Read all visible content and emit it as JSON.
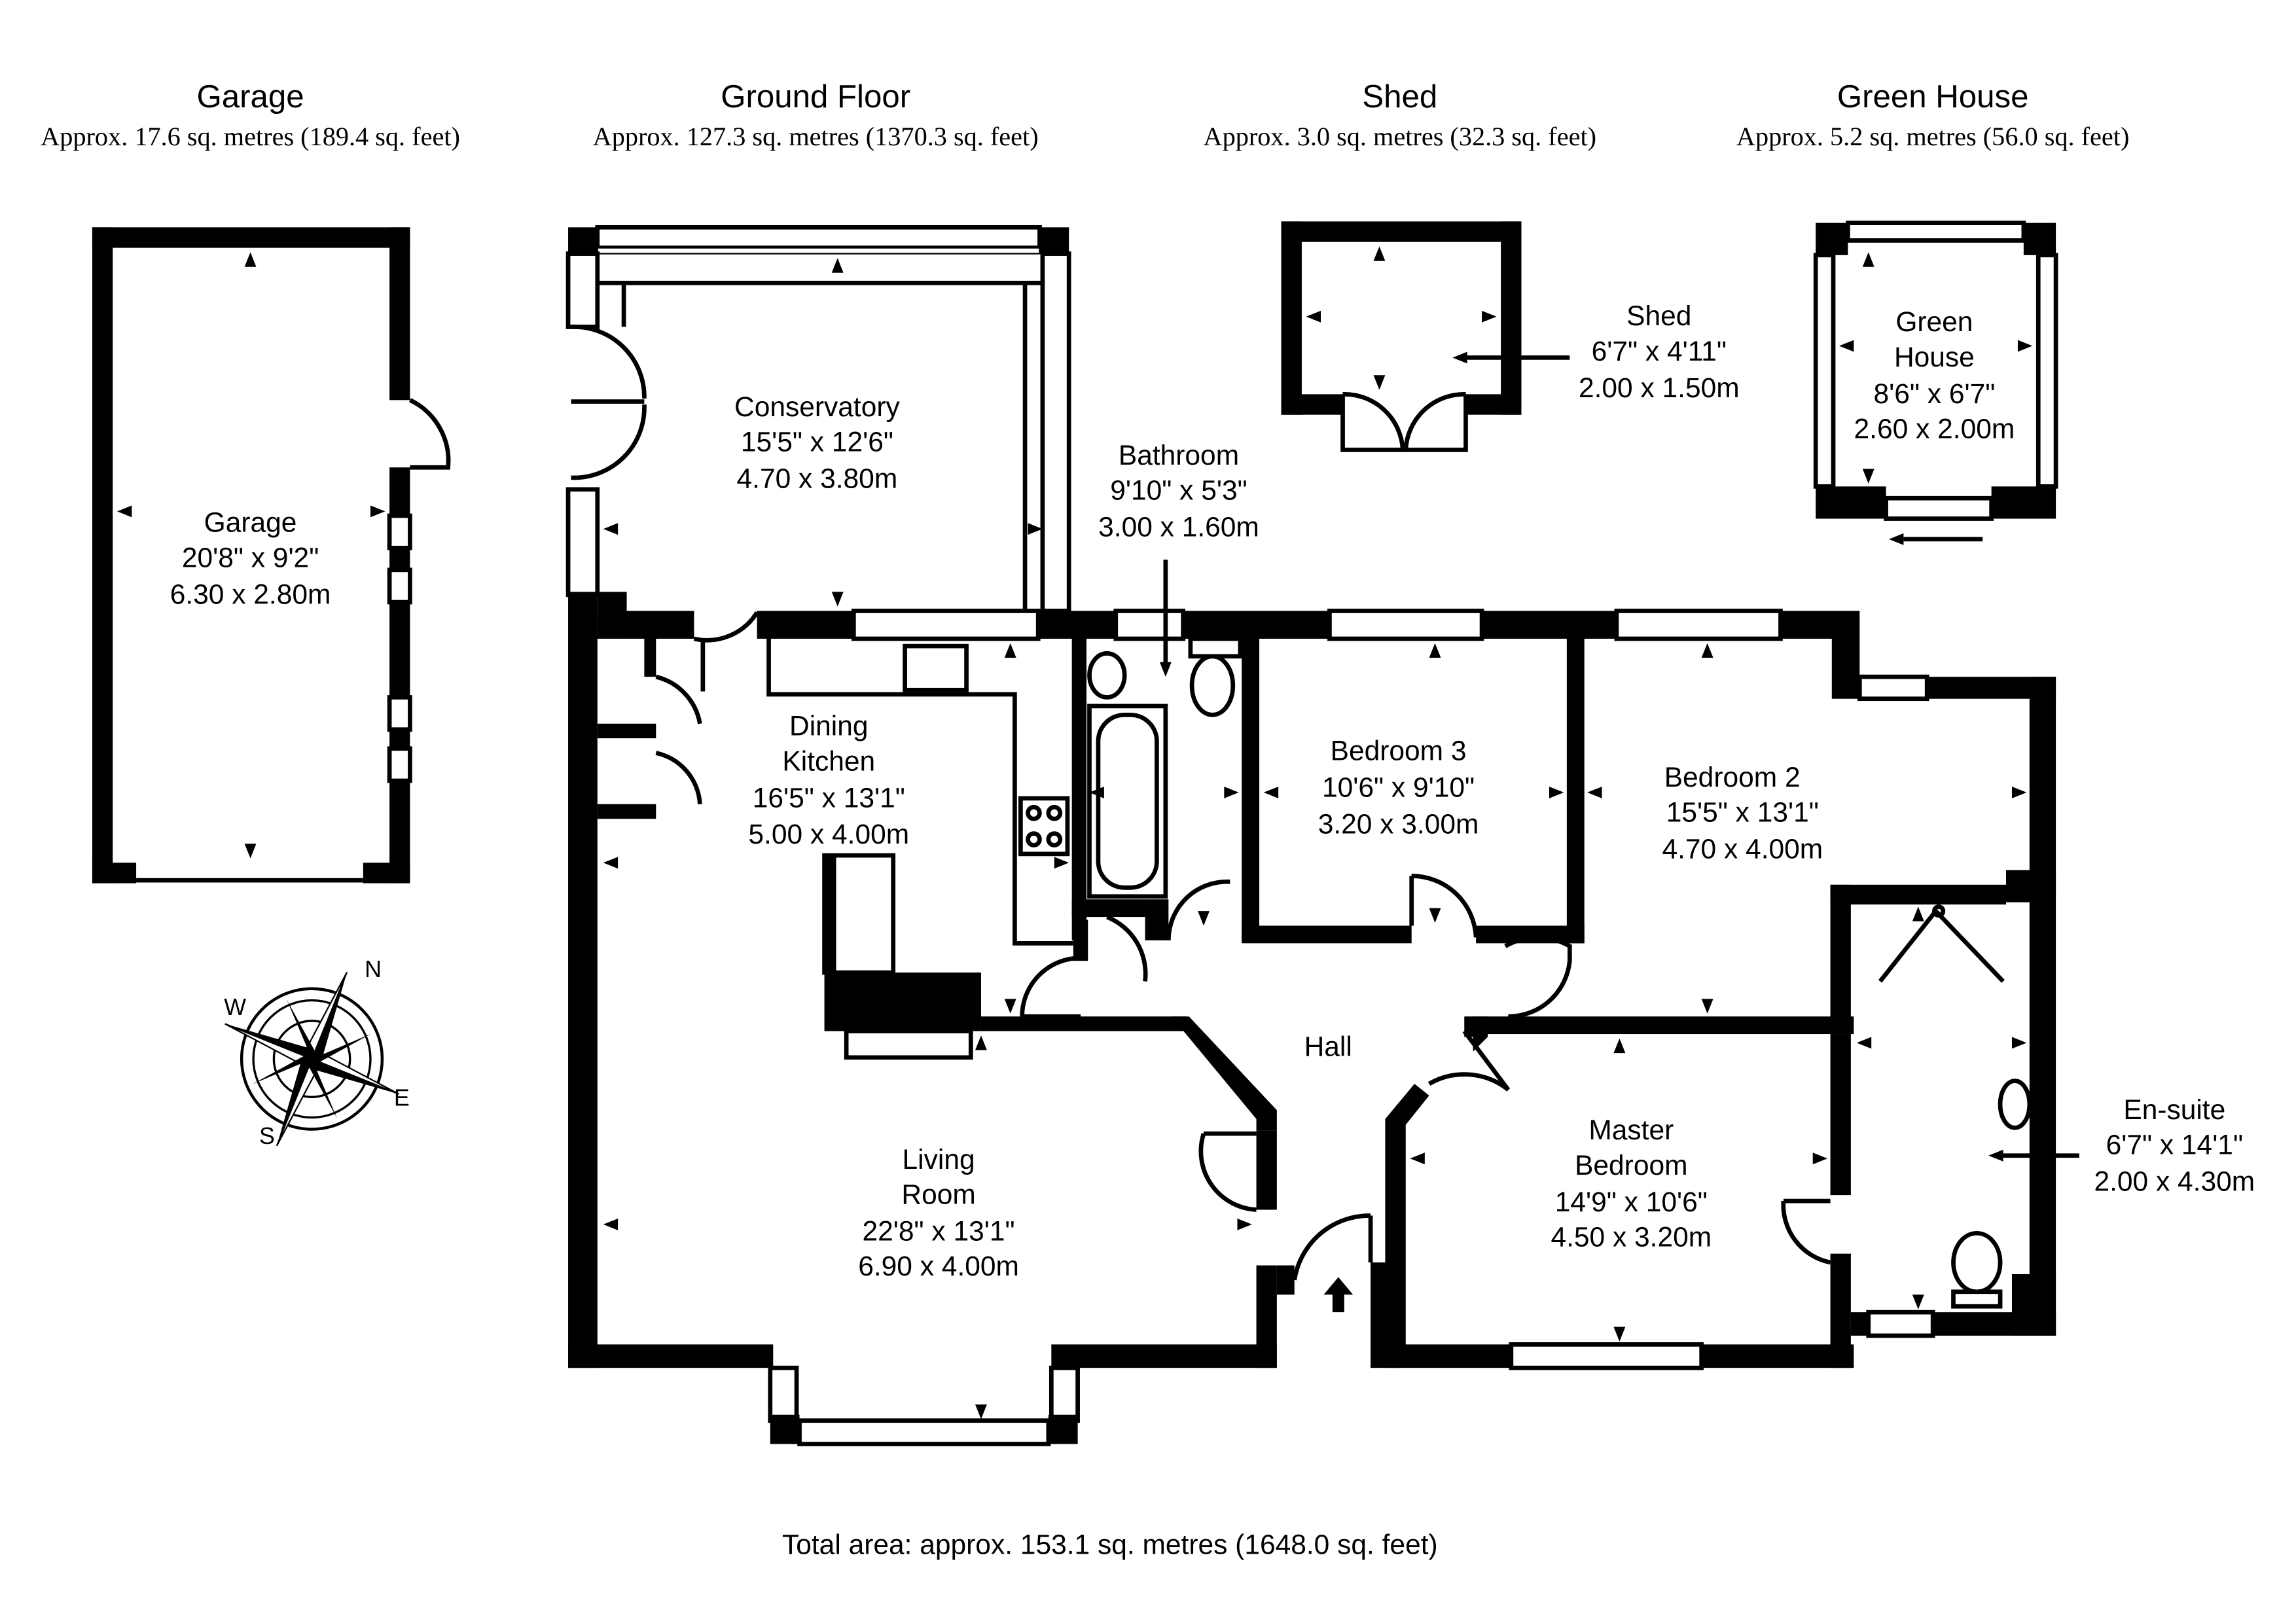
{
  "headers": {
    "garage": {
      "title": "Garage",
      "area": "Approx. 17.6 sq. metres (189.4 sq. feet)"
    },
    "ground": {
      "title": "Ground Floor",
      "area": "Approx. 127.3 sq. metres (1370.3 sq. feet)"
    },
    "shed": {
      "title": "Shed",
      "area": "Approx. 3.0 sq. metres (32.3 sq. feet)"
    },
    "greenhouse": {
      "title": "Green House",
      "area": "Approx. 5.2 sq. metres (56.0 sq. feet)"
    }
  },
  "rooms": {
    "garage": {
      "name": "Garage",
      "imperial": "20'8\" x 9'2\"",
      "metric": "6.30 x 2.80m"
    },
    "conservatory": {
      "name": "Conservatory",
      "imperial": "15'5\" x 12'6\"",
      "metric": "4.70 x 3.80m"
    },
    "bathroom": {
      "name": "Bathroom",
      "imperial": "9'10\" x 5'3\"",
      "metric": "3.00 x 1.60m"
    },
    "shed": {
      "name": "Shed",
      "imperial": "6'7\" x 4'11\"",
      "metric": "2.00 x 1.50m"
    },
    "greenhouse": {
      "name1": "Green",
      "name2": "House",
      "imperial": "8'6\" x 6'7\"",
      "metric": "2.60 x 2.00m"
    },
    "dining": {
      "name1": "Dining",
      "name2": "Kitchen",
      "imperial": "16'5\" x 13'1\"",
      "metric": "5.00 x 4.00m"
    },
    "bedroom3": {
      "name": "Bedroom 3",
      "imperial": "10'6\" x 9'10\"",
      "metric": "3.20 x 3.00m"
    },
    "bedroom2": {
      "name": "Bedroom 2",
      "imperial": "15'5\" x 13'1\"",
      "metric": "4.70 x 4.00m"
    },
    "hall": {
      "name": "Hall"
    },
    "living": {
      "name1": "Living",
      "name2": "Room",
      "imperial": "22'8\" x 13'1\"",
      "metric": "6.90 x 4.00m"
    },
    "master": {
      "name1": "Master",
      "name2": "Bedroom",
      "imperial": "14'9\" x 10'6\"",
      "metric": "4.50 x 3.20m"
    },
    "ensuite": {
      "name": "En-suite",
      "imperial": "6'7\" x 14'1\"",
      "metric": "2.00 x 4.30m"
    }
  },
  "total": "Total area: approx. 153.1 sq. metres (1648.0 sq. feet)",
  "compass": {
    "n": "N",
    "e": "E",
    "s": "S",
    "w": "W"
  }
}
